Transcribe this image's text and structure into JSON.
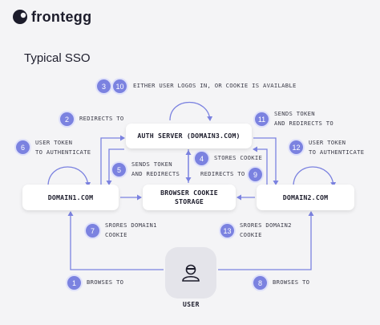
{
  "brand": {
    "name": "frontegg"
  },
  "heading": "Typical SSO",
  "nodes": {
    "auth_server": "AUTH SERVER (DOMAIN3.COM)",
    "domain1": "DOMAIN1.COM",
    "domain2": "DOMAIN2.COM",
    "browser_cookie": "BROWSER COOKIE STORAGE",
    "user": "USER"
  },
  "steps": {
    "s1": {
      "num": "1",
      "text": "BROWSES TO"
    },
    "s2": {
      "num": "2",
      "text": "REDIRECTS TO"
    },
    "s3": {
      "num": "3"
    },
    "s10": {
      "num": "10",
      "text": "EITHER USER LOGOS IN, OR COOKIE IS AVAILABLE"
    },
    "s4": {
      "num": "4",
      "text": "STORES COOKIE"
    },
    "s5": {
      "num": "5",
      "line1": "SENDS TOKEN",
      "line2": "AND REDIRECTS"
    },
    "s6": {
      "num": "6",
      "line1": "USER TOKEN",
      "line2": "TO AUTHENTICATE"
    },
    "s7": {
      "num": "7",
      "line1": "SRORES DOMAIN1",
      "line2": "COOKIE"
    },
    "s8": {
      "num": "8",
      "text": "BROWSES TO"
    },
    "s9": {
      "num": "9",
      "text": "REDIRECTS TO"
    },
    "s11": {
      "num": "11",
      "line1": "SENDS TOKEN",
      "line2": "AND REDIRECTS TO"
    },
    "s12": {
      "num": "12",
      "line1": "USER TOKEN",
      "line2": "TO AUTHENTICATE"
    },
    "s13": {
      "num": "13",
      "line1": "SRORES DOMAIN2",
      "line2": "COOKIE"
    }
  },
  "colors": {
    "accent": "#7b82e0",
    "badge": "#7b82e0",
    "arrow": "#7b82e0",
    "text": "#1c1c2b"
  },
  "icons": {
    "logo": "frontegg-logo-icon",
    "user": "user-avatar-icon"
  }
}
